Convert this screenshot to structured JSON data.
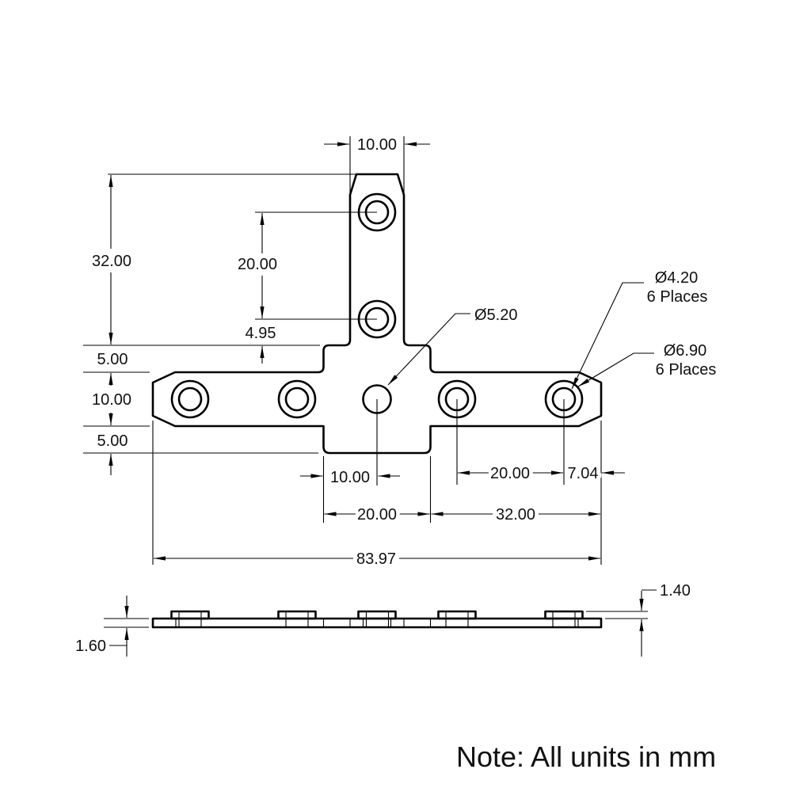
{
  "note": "Note: All units in mm",
  "drawing": {
    "part": "T-shaped mounting plate, top view and front view",
    "units": "mm",
    "dims": {
      "stem_width": "10.00",
      "overall_stem_height": "32.00",
      "stem_hole_pitch": "20.00",
      "stem_hole_to_tab": "4.95",
      "tab_rise": "5.00",
      "arm_width": "10.00",
      "tab_drop": "5.00",
      "center_hole_dia": "Ø5.20",
      "hole_dia": "Ø4.20",
      "hole_dia_qty": "6 Places",
      "boss_dia": "Ø6.90",
      "boss_dia_qty": "6 Places",
      "center_hole_to_tab_edge": "10.00",
      "tab_width": "20.00",
      "right_hole_pitch": "20.00",
      "hole_to_end": "7.04",
      "tab_to_end": "32.00",
      "overall_length": "83.97",
      "boss_height": "1.40",
      "plate_thickness": "1.60"
    }
  }
}
